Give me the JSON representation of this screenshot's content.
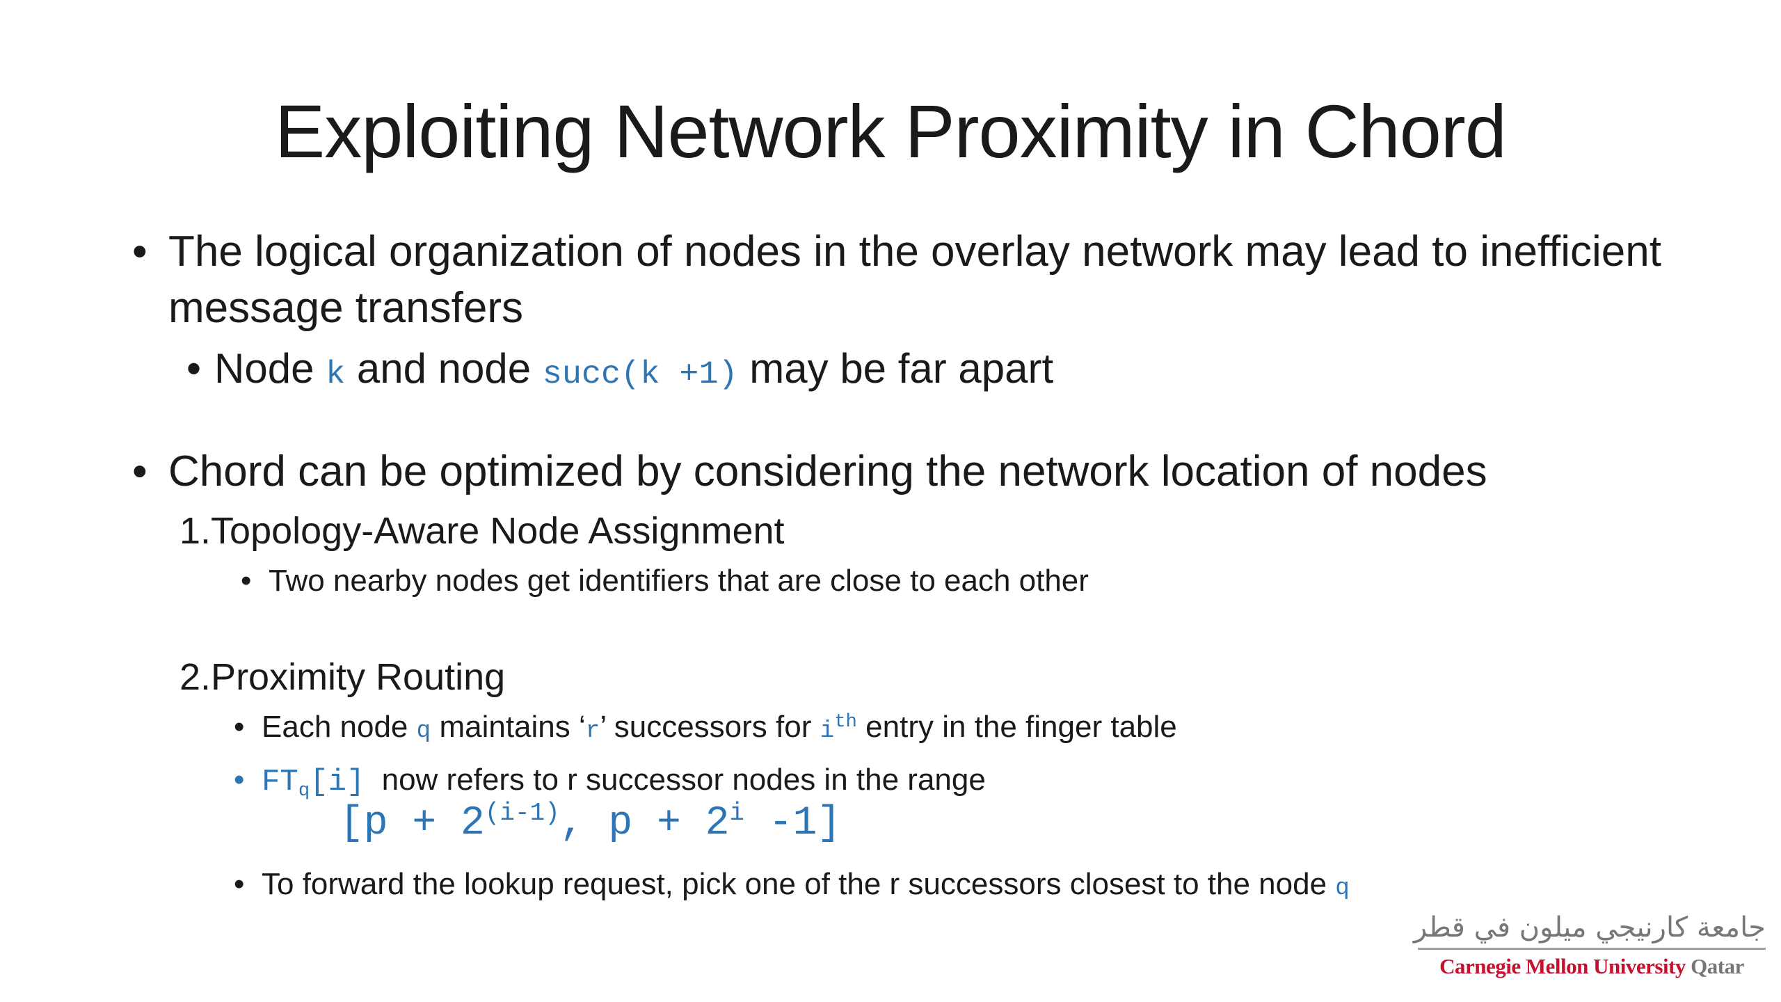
{
  "colors": {
    "text": "#1a1a1a",
    "code_blue": "#2E75B6",
    "cmu_red": "#C8102E",
    "logo_gray": "#75787B"
  },
  "bullet_glyph": "•",
  "title": "Exploiting Network Proximity in Chord",
  "bullet1": {
    "text": "The logical organization of nodes in the overlay network may lead to inefficient message transfers",
    "sub": {
      "pre": "Node ",
      "code_k": "k",
      "mid": " and node ",
      "code_succ": "succ(k +1)",
      "post": " may be far apart"
    }
  },
  "bullet2": {
    "text": "Chord can be optimized by considering the network location of nodes",
    "item1": {
      "number": "1.",
      "heading": "Topology-Aware Node Assignment",
      "sub": "Two nearby nodes get identifiers that are close to each other"
    },
    "item2": {
      "number": "2.",
      "heading": "Proximity Routing",
      "line1": {
        "pre": "Each node ",
        "code_q": "q",
        "mid1": " maintains ‘",
        "code_r": "r",
        "mid2": "’ successors for ",
        "code_i": "i",
        "sup_th": "th",
        "post": " entry in the finger table"
      },
      "line2": {
        "code_ft": "FT",
        "sub_q": "q",
        "code_idx": "[i]",
        "post": "now refers to r successor nodes in the range"
      },
      "formula": {
        "p1": "[p + 2",
        "sup1": "(i-1)",
        "p2": ", p + 2",
        "sup2": "i",
        "p3": " -1]"
      },
      "line3": {
        "pre": "To forward the lookup request, pick one of the r successors closest to the node ",
        "code_q": "q"
      }
    }
  },
  "logo": {
    "arabic": "جامعة كارنيجي ميلون في قطر",
    "university": "Carnegie Mellon University",
    "campus": "Qatar"
  }
}
